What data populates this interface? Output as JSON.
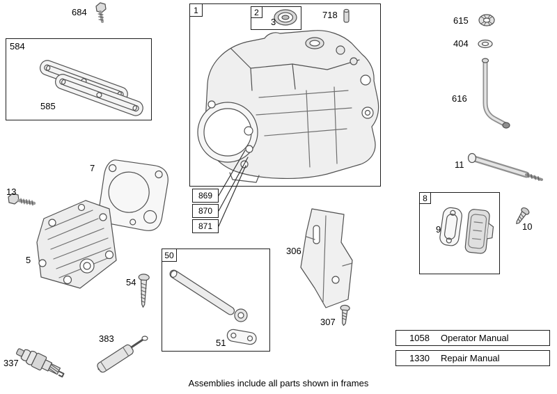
{
  "footer_note": "Assemblies include all parts shown in frames",
  "labels": {
    "684": "684",
    "584": "584",
    "585": "585",
    "1": "1",
    "2": "2",
    "3": "3",
    "718": "718",
    "869": "869",
    "870": "870",
    "871": "871",
    "7": "7",
    "13": "13",
    "5": "5",
    "54": "54",
    "50": "50",
    "51": "51",
    "306": "306",
    "307": "307",
    "337": "337",
    "383": "383",
    "615": "615",
    "404": "404",
    "616": "616",
    "11": "11",
    "8": "8",
    "9": "9",
    "10": "10"
  },
  "manuals": [
    {
      "number": "1058",
      "label": "Operator Manual"
    },
    {
      "number": "1330",
      "label": "Repair Manual"
    }
  ]
}
